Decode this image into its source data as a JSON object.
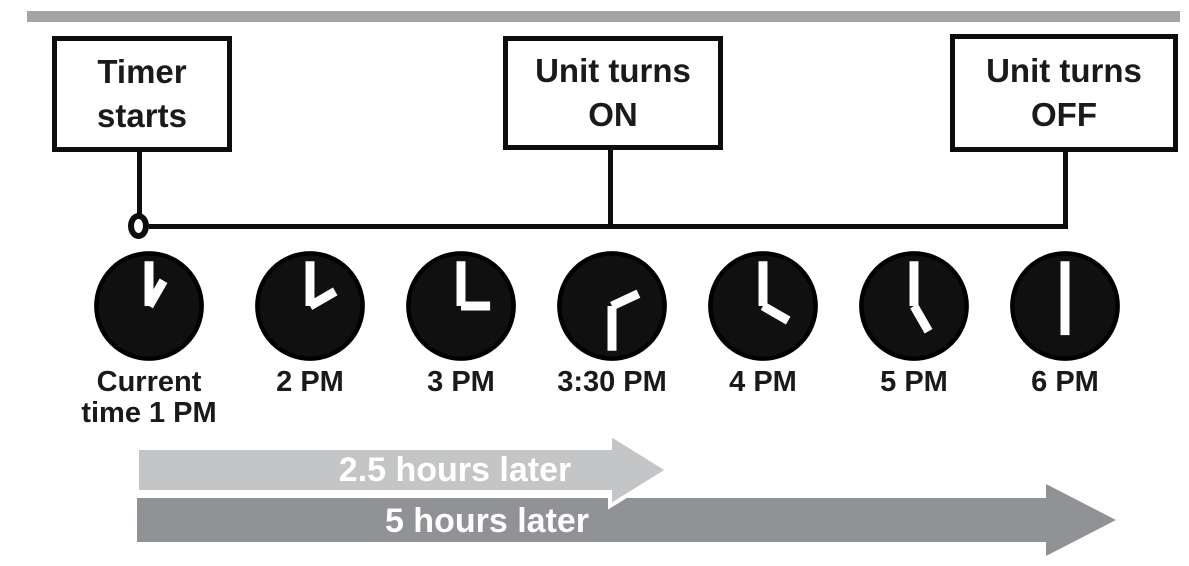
{
  "diagram": {
    "title_boxes": [
      {
        "name": "timer-starts",
        "lines": [
          "Timer",
          "starts"
        ]
      },
      {
        "name": "unit-turns-on",
        "lines": [
          "Unit turns",
          "ON"
        ]
      },
      {
        "name": "unit-turns-off",
        "lines": [
          "Unit turns",
          "OFF"
        ]
      }
    ],
    "clocks": [
      {
        "clock_time": "1:00 PM",
        "label_lines": [
          "Current",
          "time 1 PM"
        ],
        "hour_deg": 30,
        "minute_deg": 0
      },
      {
        "clock_time": "2:00 PM",
        "label_lines": [
          "2 PM"
        ],
        "hour_deg": 60,
        "minute_deg": 0
      },
      {
        "clock_time": "3:00 PM",
        "label_lines": [
          "3 PM"
        ],
        "hour_deg": 90,
        "minute_deg": 0
      },
      {
        "clock_time": "3:30 PM",
        "label_lines": [
          "3:30 PM"
        ],
        "hour_deg": 65,
        "minute_deg": 180
      },
      {
        "clock_time": "4:00 PM",
        "label_lines": [
          "4 PM"
        ],
        "hour_deg": 120,
        "minute_deg": 0
      },
      {
        "clock_time": "5:00 PM",
        "label_lines": [
          "5 PM"
        ],
        "hour_deg": 150,
        "minute_deg": 0
      },
      {
        "clock_time": "6:00 PM",
        "label_lines": [
          "6 PM"
        ],
        "hour_deg": 180,
        "minute_deg": 0
      }
    ],
    "arrows": [
      {
        "label": "2.5 hours later",
        "color": "#c3c5c7"
      },
      {
        "label": "5 hours later",
        "color": "#909296"
      }
    ],
    "colors": {
      "line_black": "#0d0d0d",
      "top_bar_gray": "#a2a4a6",
      "clock_face": "#101010",
      "clock_hands": "#ffffff",
      "arrow_text": "#ffffff"
    }
  }
}
